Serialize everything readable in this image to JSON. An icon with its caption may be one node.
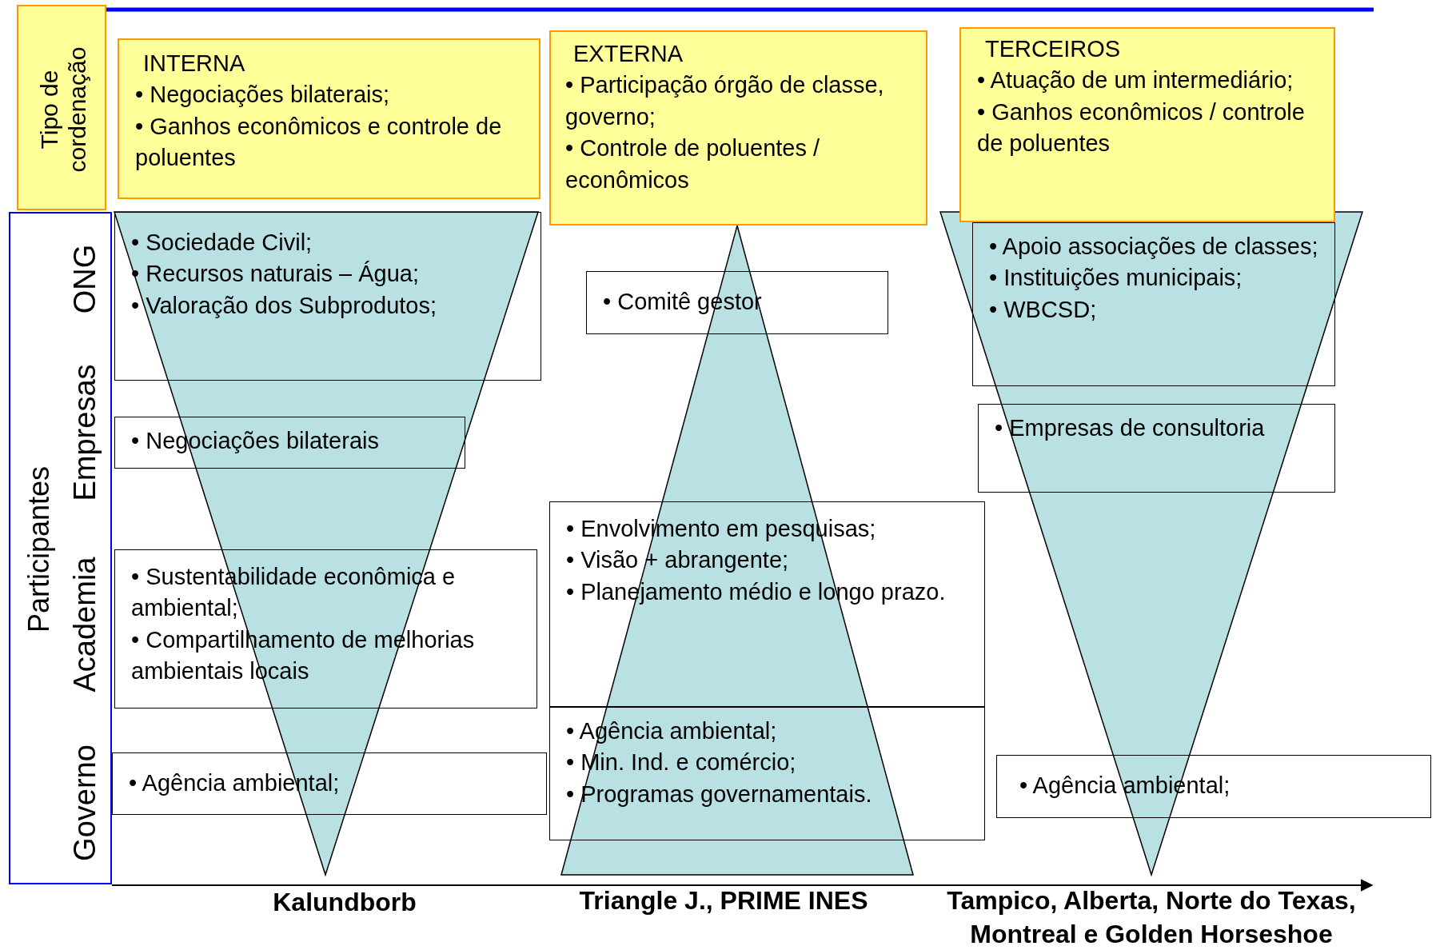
{
  "diagram": {
    "nodes": [
      {
        "text": [
          "Tipo de cordenação"
        ]
      },
      {
        "text": [
          "INTERNA",
          "• Negociações bilaterais;",
          "• Ganhos econômicos e controle de poluentes"
        ]
      },
      {
        "text": [
          "EXTERNA",
          "• Participação órgão de classe, governo;",
          "• Controle de poluentes / econômicos"
        ]
      },
      {
        "text": [
          "TERCEIROS",
          "• Atuação de um intermediário;",
          "• Ganhos econômicos / controle de poluentes"
        ]
      },
      {
        "text": [
          "Participantes"
        ]
      },
      {
        "text": [
          "• Sociedade Civil;",
          "• Recursos naturais – Água;",
          "• Valoração dos Subprodutos;"
        ]
      },
      {
        "text": [
          "• Negociações bilaterais"
        ]
      },
      {
        "text": [
          "• Sustentabilidade econômica e ambiental;",
          "• Compartilhamento de melhorias ambientais locais"
        ]
      },
      {
        "text": [
          "• Agência ambiental;"
        ]
      },
      {
        "text": [
          "• Comitê gestor"
        ]
      },
      {
        "text": [
          "• Envolvimento em pesquisas;",
          "• Visão + abrangente;",
          "• Planejamento médio e longo prazo."
        ]
      },
      {
        "text": [
          "• Agência ambiental;",
          "• Min. Ind. e comércio;",
          "• Programas governamentais."
        ]
      },
      {
        "text": [
          "• Apoio associações de classes;",
          "• Instituições municipais;",
          "• WBCSD;"
        ]
      },
      {
        "text": [
          "• Empresas de consultoria"
        ]
      },
      {
        "text": [
          "• Agência ambiental;"
        ]
      }
    ],
    "edges": [],
    "labels": [
      "ONG",
      "Empresas",
      "Academia",
      "Governo",
      "Kalundborb",
      "Triangle J., PRIME INES",
      "Tampico, Alberta, Norte do Texas, Montreal e Golden Horseshoe"
    ]
  }
}
